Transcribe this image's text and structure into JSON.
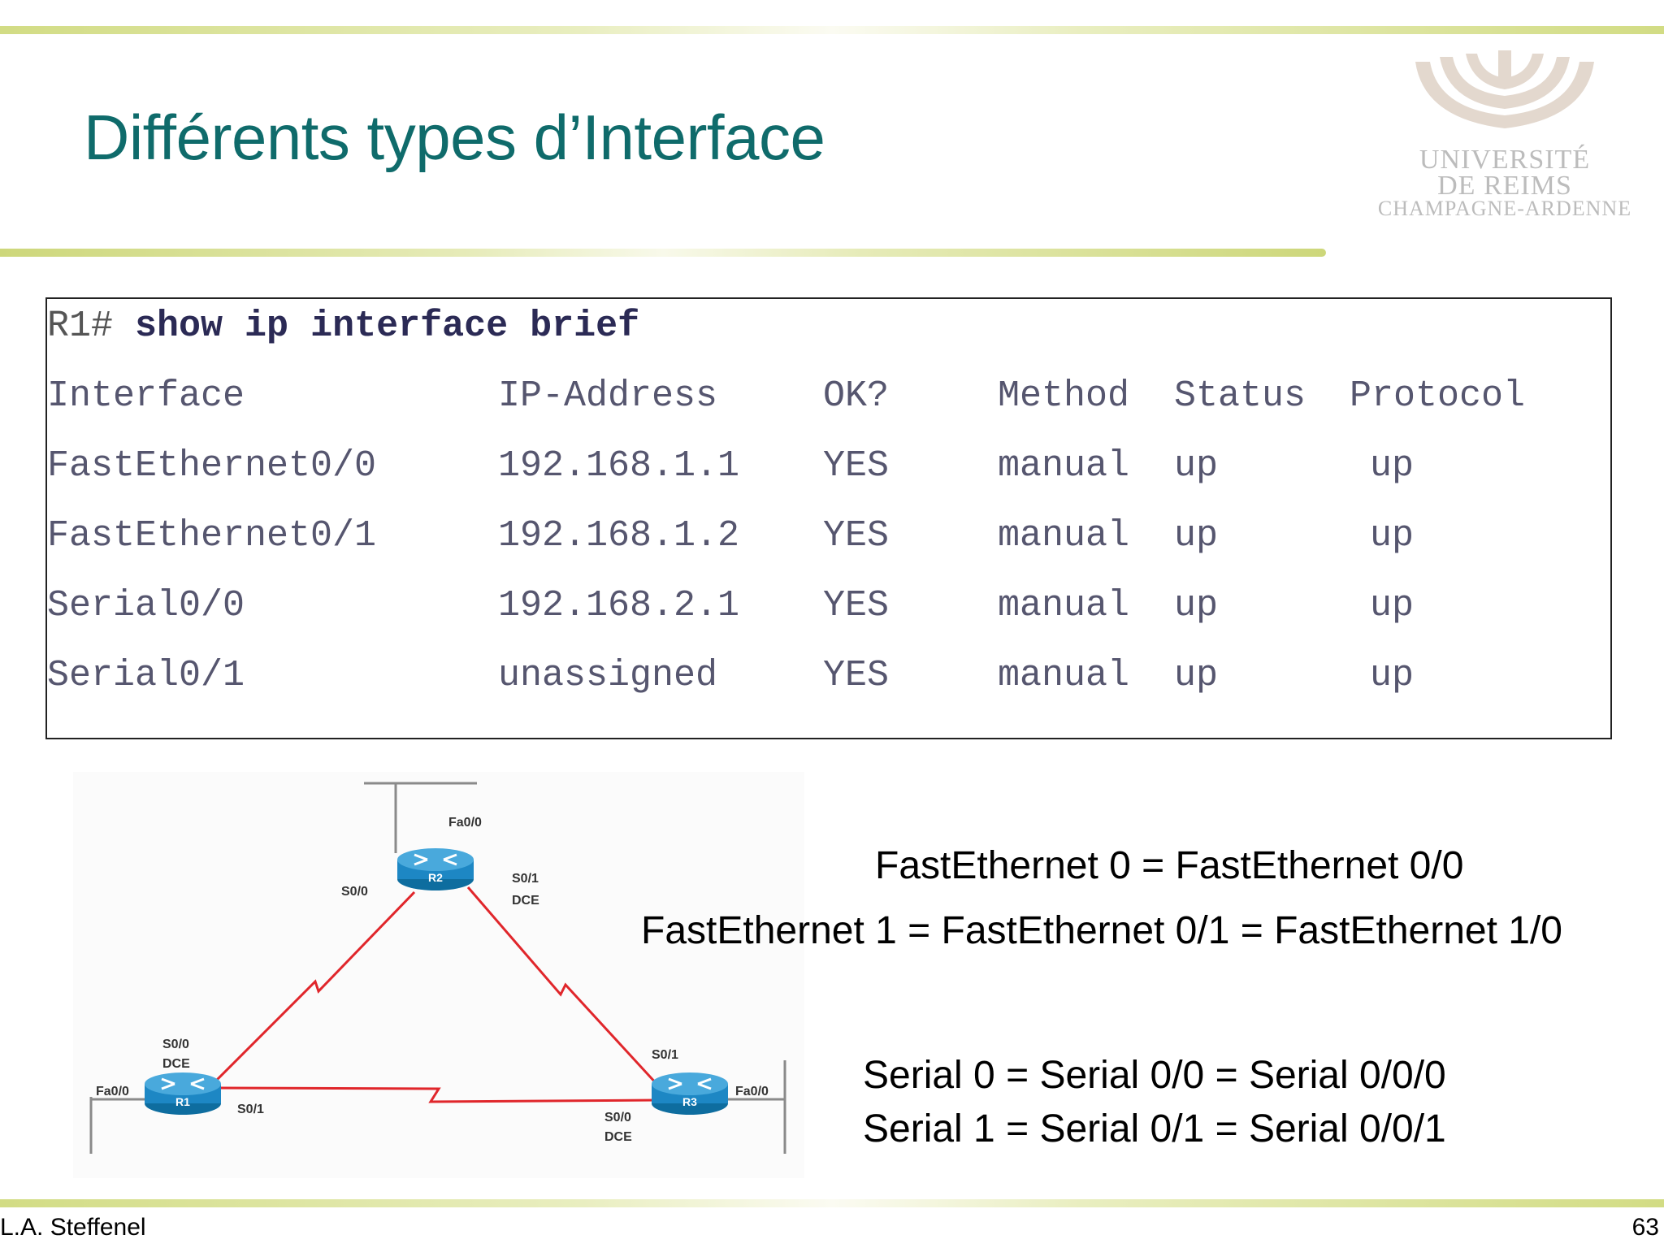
{
  "title": "Différents types d’Interface",
  "logo": {
    "line1": "UNIVERSITÉ",
    "line2": "DE REIMS",
    "line3": "CHAMPAGNE-ARDENNE"
  },
  "terminal": {
    "prompt": "R1#",
    "command": "show ip interface brief",
    "headers": [
      "Interface",
      "IP-Address",
      "OK?",
      "Method",
      "Status",
      "Protocol"
    ],
    "rows": [
      [
        "FastEthernet0/0",
        "192.168.1.1",
        "YES",
        "manual",
        "up",
        "up"
      ],
      [
        "FastEthernet0/1",
        "192.168.1.2",
        "YES",
        "manual",
        "up",
        "up"
      ],
      [
        "Serial0/0",
        "192.168.2.1",
        "YES",
        "manual",
        "up",
        "up"
      ],
      [
        "Serial0/1",
        "unassigned",
        "YES",
        "manual",
        "up",
        "up"
      ]
    ]
  },
  "diagram": {
    "routers": {
      "r1": "R1",
      "r2": "R2",
      "r3": "R3"
    },
    "labels": {
      "r2_fa": "Fa0/0",
      "r2_s00": "S0/0",
      "r2_s01": "S0/1",
      "r2_dce": "DCE",
      "r1_s00": "S0/0",
      "r1_dce": "DCE",
      "r1_fa": "Fa0/0",
      "r1_s01": "S0/1",
      "r3_s01": "S0/1",
      "r3_fa": "Fa0/0",
      "r3_s00": "S0/0",
      "r3_dce": "DCE"
    }
  },
  "equivalences": [
    "FastEthernet 0 = FastEthernet 0/0",
    "FastEthernet 1 = FastEthernet 0/1 = FastEthernet 1/0",
    "Serial 0 = Serial 0/0 = Serial 0/0/0",
    "Serial 1 = Serial 0/1 = Serial 0/0/1"
  ],
  "footer": {
    "author": "L.A. Steffenel",
    "page": "63"
  },
  "colors": {
    "title": "#0f6b6b",
    "accent_rule": "#d2dc84",
    "link": "#e0262b",
    "router": "#1d87c4"
  }
}
